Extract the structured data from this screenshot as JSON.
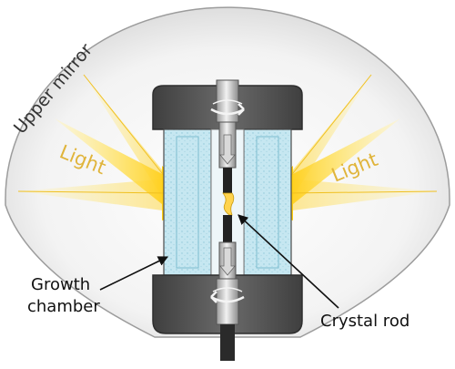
{
  "labels": {
    "upper_mirror": "Upper mirror",
    "light_left": "Light",
    "light_right": "Light",
    "growth_chamber_line1": "Growth",
    "growth_chamber_line2": "chamber",
    "crystal_rod": "Crystal rod"
  },
  "colors": {
    "light_yellow": "#ffd21f",
    "light_text": "#e0b43a",
    "chamber_blue": "#bfe3ee",
    "housing_dark": "#5b5b5b",
    "mirror_gray": "#e2e2e2"
  }
}
